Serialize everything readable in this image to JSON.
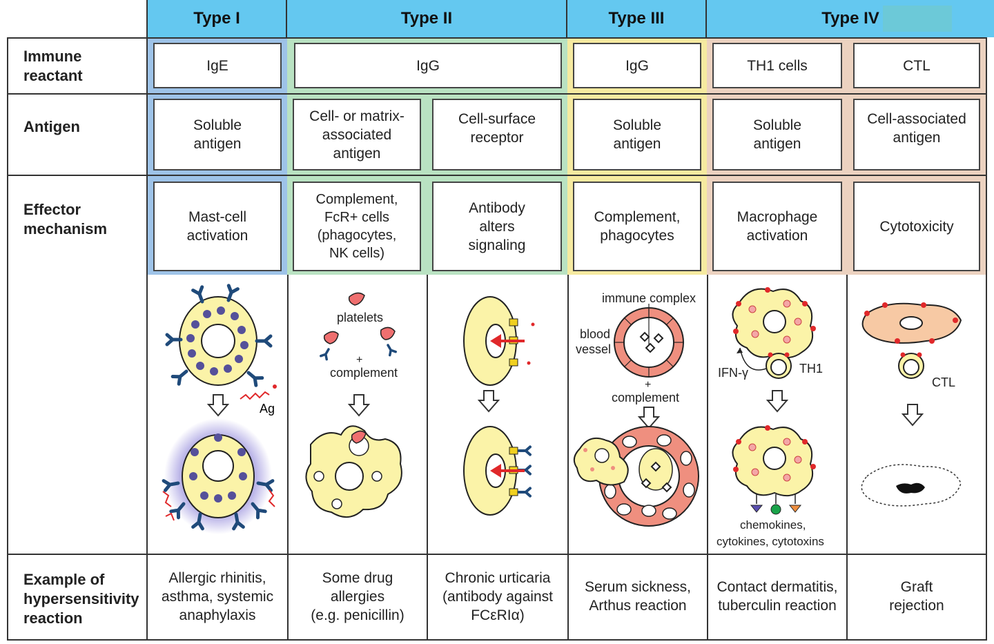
{
  "headers": [
    "Type I",
    "Type II",
    "Type III",
    "Type IV"
  ],
  "row_labels": {
    "immune_reactant": "Immune\nreactant",
    "antigen": "Antigen",
    "effector": "Effector\nmechanism",
    "example": "Example of\nhypersensitivity\nreaction"
  },
  "reactants": [
    "IgE",
    "IgG",
    "IgG",
    "TH1 cells",
    "CTL"
  ],
  "antigens": [
    "Soluble\nantigen",
    "Cell- or matrix-\nassociated\nantigen",
    "Cell-surface\nreceptor",
    "Soluble\nantigen",
    "Soluble\nantigen",
    "Cell-associated\nantigen"
  ],
  "effectors": [
    "Mast-cell\nactivation",
    "Complement,\nFcR+ cells\n(phagocytes,\nNK cells)",
    "Antibody\nalters\nsignaling",
    "Complement,\nphagocytes",
    "Macrophage\nactivation",
    "Cytotoxicity"
  ],
  "examples": [
    "Allergic rhinitis,\nasthma, systemic\nanaphylaxis",
    "Some drug\nallergies\n(e.g. penicillin)",
    "Chronic urticaria\n(antibody against\nFCεRIα)",
    "Serum sickness,\nArthus reaction",
    "Contact dermatitis,\ntuberculin reaction",
    "Graft\nrejection"
  ],
  "illustration_labels": {
    "ag": "Ag",
    "platelets": "platelets",
    "complement_1": "+\ncomplement",
    "immune_complex": "immune complex",
    "blood_vessel": "blood\nvessel",
    "complement_2": "+\ncomplement",
    "ifn": "IFN-γ",
    "th1": "TH1",
    "ctl": "CTL",
    "chemokines": "chemokines,\ncytokines, cytotoxins"
  },
  "colors": {
    "header": "#64c8f0",
    "type1_band": "#9ec3e8",
    "type2_band": "#b9e2c2",
    "type3_band": "#f6eaa0",
    "type4_band": "#ecd2c0",
    "cell_yellow": "#fbf3a8",
    "vessel_salmon": "#ef8f7f",
    "antibody_blue": "#1f4a7a",
    "granule_purple": "#55509a",
    "red": "#e0282a"
  }
}
